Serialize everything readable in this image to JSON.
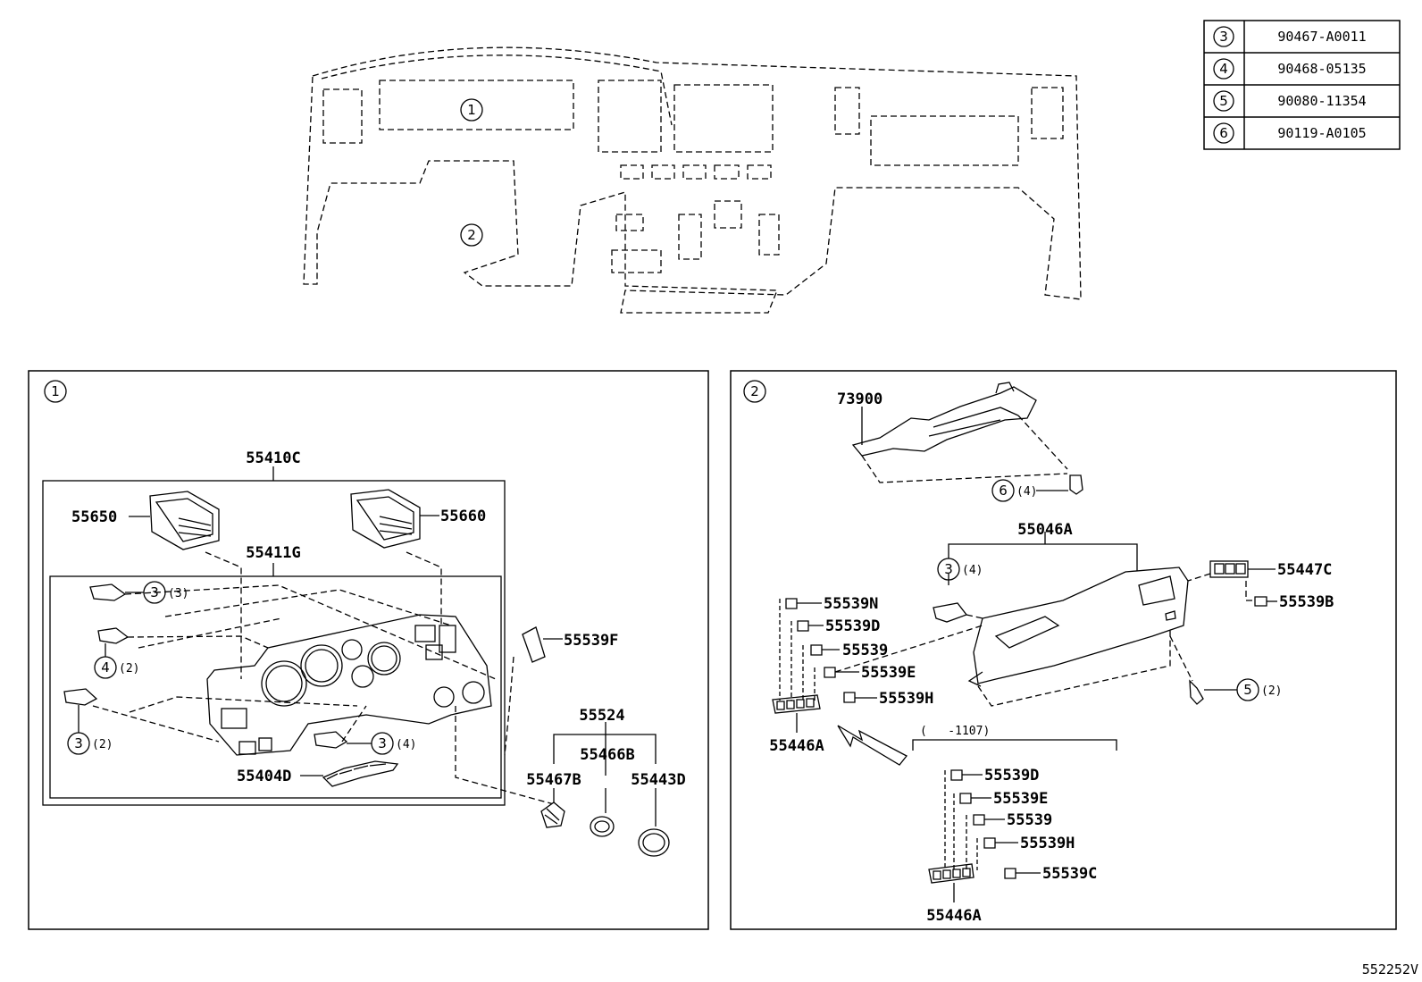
{
  "ref_table": [
    {
      "ref": "3",
      "part": "90467-A0011"
    },
    {
      "ref": "4",
      "part": "90468-05135"
    },
    {
      "ref": "5",
      "part": "90080-11354"
    },
    {
      "ref": "6",
      "part": "90119-A0105"
    }
  ],
  "overview": {
    "callout_1": "1",
    "callout_2": "2"
  },
  "panel1": {
    "number": "1",
    "labels": {
      "p55410C": "55410C",
      "p55650": "55650",
      "p55660": "55660",
      "p55411G": "55411G",
      "p55539F": "55539F",
      "p55524": "55524",
      "p55466B": "55466B",
      "p55467B": "55467B",
      "p55443D": "55443D",
      "p55404D": "55404D"
    },
    "callouts": {
      "c3a": "3",
      "c4": "4",
      "c3b": "3",
      "c3c": "3"
    },
    "qty": {
      "c3a": "(3)",
      "c4": "(2)",
      "c3b": "(2)",
      "c3c": "(4)"
    }
  },
  "panel2": {
    "number": "2",
    "labels": {
      "p73900": "73900",
      "p55046A": "55046A",
      "p55447C": "55447C",
      "p55539B": "55539B",
      "p55539N": "55539N",
      "p55539D": "55539D",
      "p55539": "55539",
      "p55539E": "55539E",
      "p55539H": "55539H",
      "p55446A": "55446A",
      "range": "(   -1107)",
      "s55539D": "55539D",
      "s55539E": "55539E",
      "s55539": "55539",
      "s55539H": "55539H",
      "s55539C": "55539C",
      "s55446A": "55446A"
    },
    "callouts": {
      "c6": "6",
      "c3": "3",
      "c5": "5"
    },
    "qty": {
      "c6": "(4)",
      "c3": "(4)",
      "c5": "(2)"
    }
  },
  "footer_code": "552252V"
}
